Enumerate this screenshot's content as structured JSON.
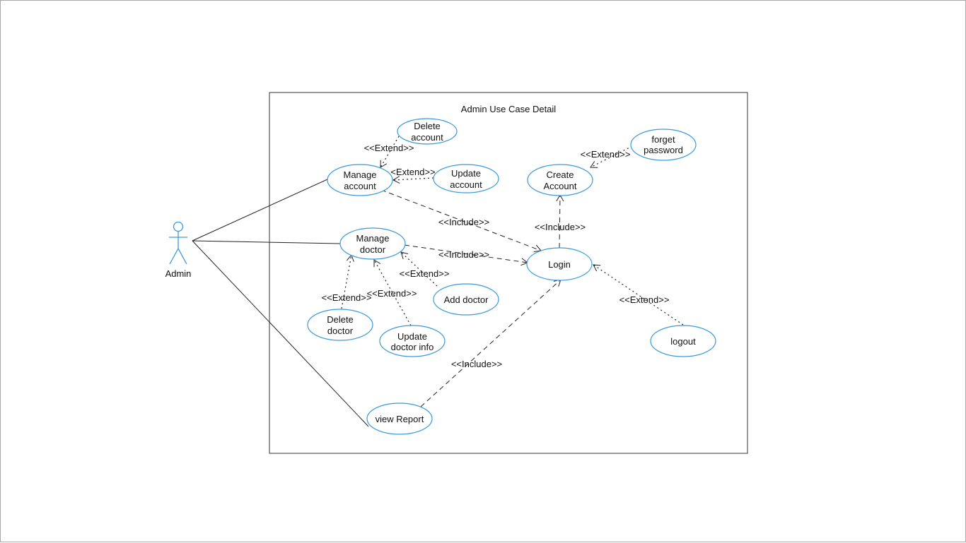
{
  "diagram": {
    "title": "Admin Use Case Detail",
    "actor": {
      "name": "Admin"
    },
    "use_cases": {
      "manage_account": [
        "Manage",
        "account"
      ],
      "delete_account": [
        "Delete",
        "account"
      ],
      "update_account": [
        "Update",
        "account"
      ],
      "manage_doctor": [
        "Manage",
        "doctor"
      ],
      "delete_doctor": [
        "Delete",
        "doctor"
      ],
      "update_doctor_info": [
        "Update",
        "doctor info"
      ],
      "add_doctor": [
        "Add doctor"
      ],
      "create_account": [
        "Create",
        "Account"
      ],
      "forget_password": [
        "forget",
        "password"
      ],
      "login": [
        "Login"
      ],
      "logout": [
        "logout"
      ],
      "view_report": [
        "view Report"
      ]
    },
    "relation_labels": {
      "extend_delete_account": "<<Extend>>",
      "extend_update_account": "<Extend>>",
      "include_manage_account_login": "<<Include>>",
      "include_manage_doctor_login": "<<Include>>",
      "extend_add_doctor": "<<Extend>>",
      "extend_update_doctor_info": "<<Extend>>",
      "extend_delete_doctor": "<<Extend>>",
      "extend_forget_password": "<<Extend>>",
      "include_login_create_account": "<<Include>>",
      "extend_logout": "<<Extend>>",
      "include_view_report_login": "<<Include>>"
    },
    "colors": {
      "use_case_border": "#3a9ad9",
      "actor": "#3a9ad9",
      "line": "#222222",
      "boundary": "#333333"
    }
  }
}
